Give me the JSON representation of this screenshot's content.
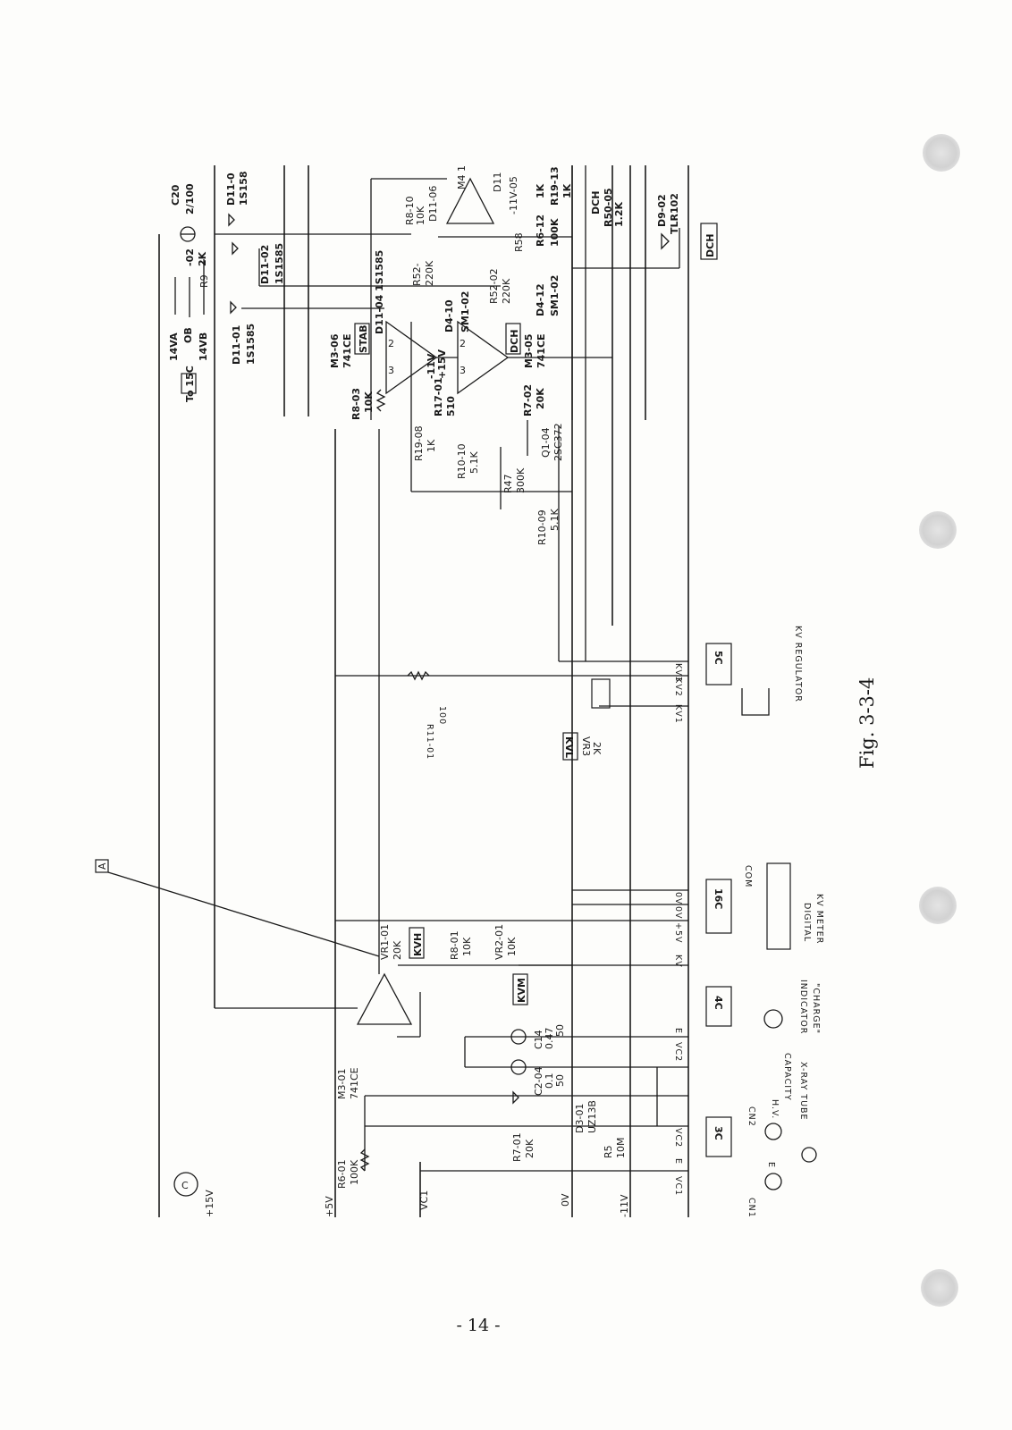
{
  "figure": {
    "caption": "Fig. 3-3-4",
    "page_number": "- 14 -"
  },
  "rails": {
    "p15v": "+15V",
    "p5v": "+5V",
    "vc1": "VC1",
    "zero_v": "0V",
    "m11v": "-11V"
  },
  "markers": {
    "section_c": "C",
    "point_a": "A",
    "to_15c": "To 15C"
  },
  "top_area": {
    "v14va": "14VA",
    "ob": "OB",
    "v14vb": "14VB",
    "c20": "C20",
    "c20_val": "2/100",
    "r9": "R9",
    "r9b": "-02",
    "r9_val": "2K",
    "d11_01": "D11-01",
    "d11_01_val": "1S1585",
    "d11_02": "D11-02",
    "d11_02_val": "1S1585",
    "d11_03": "D11-0",
    "d11_03_val": "1S158",
    "d11_04": "D11-04 1S1585",
    "d11_06": "D11-06",
    "d11_x": "D11",
    "m4": "M4 1",
    "m3_06": "M3-06",
    "m3_06_val": "741CE",
    "stab": "STAB",
    "d4_10": "D4-10",
    "d4_10_val": "SM1-02",
    "r8_03": "R8-03",
    "r8_03_val": "10K",
    "r8_10": "R8-10",
    "r8_10_val": "10K",
    "r52_a": "R52-",
    "r52_a_val": "220K",
    "r52_b": "R52-02",
    "r52_b_val": "220K",
    "m3_05": "M3-05",
    "m3_05_val": "741CE",
    "dch": "DCH",
    "dch_box": "DCH",
    "dch_top": "DCH",
    "d4_12": "D4-12",
    "d4_12_val": "SM1-02",
    "r6_12": "R6-12",
    "r6_12_val": "100K",
    "r19_13": "R19-13",
    "r19_13_val": "1K",
    "r19_13_a": "1K",
    "r58": "R58",
    "v11_05": "-11V-05",
    "r50_05": "R50-05",
    "r50_05_val": "1.2K",
    "d9_02": "D9-02",
    "tlr102": "TLR102",
    "r17_01": "R17-01",
    "r17_01_val": "510",
    "p15v_lbl": "+15V",
    "m11v_lbl": "-11V",
    "r7_02": "R7-02",
    "r7_02_val": "20K",
    "r19_08": "R19-08",
    "r19_08_val": "1K",
    "r10_10": "R10-10",
    "r10_10_val": "5.1K",
    "q1_04": "Q1-04",
    "q1_04_val": "2SC372",
    "r47": "R47",
    "r47_val": "300K",
    "r10_09": "R10-09",
    "r10_09_val": "5.1K"
  },
  "kv_regulator": {
    "r11_01": "R11-01",
    "r11_01_val": "100",
    "kvl": "KVL",
    "vr3": "VR3",
    "vr3_val": "2K",
    "connector": "5C",
    "pin_kv3": "KV3",
    "pin_kv2": "KV2",
    "pin_kv1": "KV1",
    "title": "KV REGULATOR"
  },
  "kv_meter": {
    "vr1_01": "VR1-01",
    "vr1_01_val": "20K",
    "kvh": "KVH",
    "r8_01": "R8-01",
    "r8_01_val": "10K",
    "vr2_01": "VR2-01",
    "vr2_01_val": "10K",
    "kvm": "KVM",
    "m3_01": "M3-01",
    "m3_01_val": "741CE",
    "connector": "16C",
    "pin_0v_a": "0V",
    "pin_0v_b": "0V",
    "pin_5v": "+5V",
    "pin_kv": "KV",
    "title_1": "DIGITAL",
    "title_2": "KV METER",
    "com": "COM"
  },
  "indicator": {
    "c14": "C14",
    "c14_val": "0.47",
    "c14_v": "50",
    "connector": "4C",
    "pin_e": "E",
    "pin_vc2": "VC2",
    "title_1": "INDICATOR",
    "title_2": "\"CHARGE\""
  },
  "hv_capacity": {
    "r6_01": "R6-01",
    "r6_01_val": "100K",
    "r7_01": "R7-01",
    "r7_01_val": "20K",
    "r5": "R5",
    "r5_val": "10M",
    "d3_01": "D3-01",
    "d3_01_val": "UZ13B",
    "c2_04": "C2-04",
    "c2_04_val": "0.1",
    "c2_04_v": "50",
    "connector": "3C",
    "pin_vc1": "VC1",
    "pin_e": "E",
    "pin_vc2": "VC2",
    "cn1": "CN1",
    "cn2": "CN2",
    "e": "E",
    "hv_1": "H.V.",
    "hv_2": "CAPACITY",
    "xray": "X-RAY TUBE"
  }
}
